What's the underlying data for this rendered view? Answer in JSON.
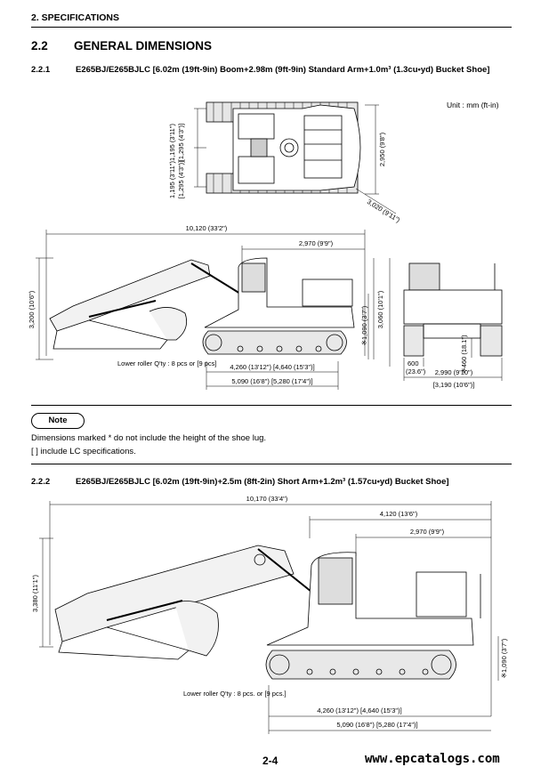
{
  "header": {
    "section": "2. SPECIFICATIONS"
  },
  "section": {
    "number": "2.2",
    "title": "GENERAL DIMENSIONS"
  },
  "sub1": {
    "number": "2.2.1",
    "title": "E265BJ/E265BJLC [6.02m (19ft-9in) Boom+2.98m (9ft-9in) Standard Arm+1.0m³ (1.3cu•yd) Bucket Shoe]"
  },
  "unit": "Unit : mm (ft-in)",
  "fig1": {
    "top_view": {
      "dim_a": "1,195 (3'11\")",
      "dim_b": "[1,295 (4'3\")]",
      "dim_c": "1,195 (3'11\")",
      "dim_d": "[1,295 (4'3\")]",
      "dim_height": "2,950 (9'8\")",
      "dim_swing": "3,020 (9'11\")"
    },
    "side_view": {
      "overall_length": "10,120 (33'2\")",
      "rear_length": "2,970 (9'9\")",
      "height": "3,200 (10'6\")",
      "counterweight_clearance": "※1,090 (3'7\")",
      "cab_height": "3,060 (10'1\")",
      "tumbler": "4,260 (13'12\") [4,640 (15'3\")]",
      "track_length": "5,090 (16'8\") [5,280 (17'4\")]",
      "roller_note": "Lower roller Q'ty : 8 pcs or [9 pcs]"
    },
    "front_view": {
      "shoe_width": "600",
      "shoe_width_ft": "(23.6\")",
      "ground_clearance": "※460 (18.1\")",
      "overall_width": "2,990 (9'10\")",
      "overall_width_lc": "[3,190 (10'6\")]"
    }
  },
  "note": {
    "label": "Note",
    "line1": "Dimensions marked * do not include the height of the shoe lug.",
    "line2": "[  ] include LC specifications."
  },
  "sub2": {
    "number": "2.2.2",
    "title": "E265BJ/E265BJLC [6.02m (19ft-9in)+2.5m (8ft-2in) Short Arm+1.2m³ (1.57cu•yd) Bucket Shoe]"
  },
  "fig2": {
    "overall_length": "10,170 (33'4\")",
    "upper_length": "4,120 (13'6\")",
    "rear_length": "2,970 (9'9\")",
    "height": "3,380 (11'1\")",
    "counterweight_clearance": "※1,090 (3'7\")",
    "roller_note": "Lower roller Q'ty : 8 pcs. or [9 pcs.]",
    "tumbler": "4,260 (13'12\") [4,640 (15'3\")]",
    "track_length": "5,090 (16'8\") [5,280 (17'4\")]"
  },
  "footer": {
    "page": "2-4",
    "site": "www.epcatalogs.com"
  }
}
